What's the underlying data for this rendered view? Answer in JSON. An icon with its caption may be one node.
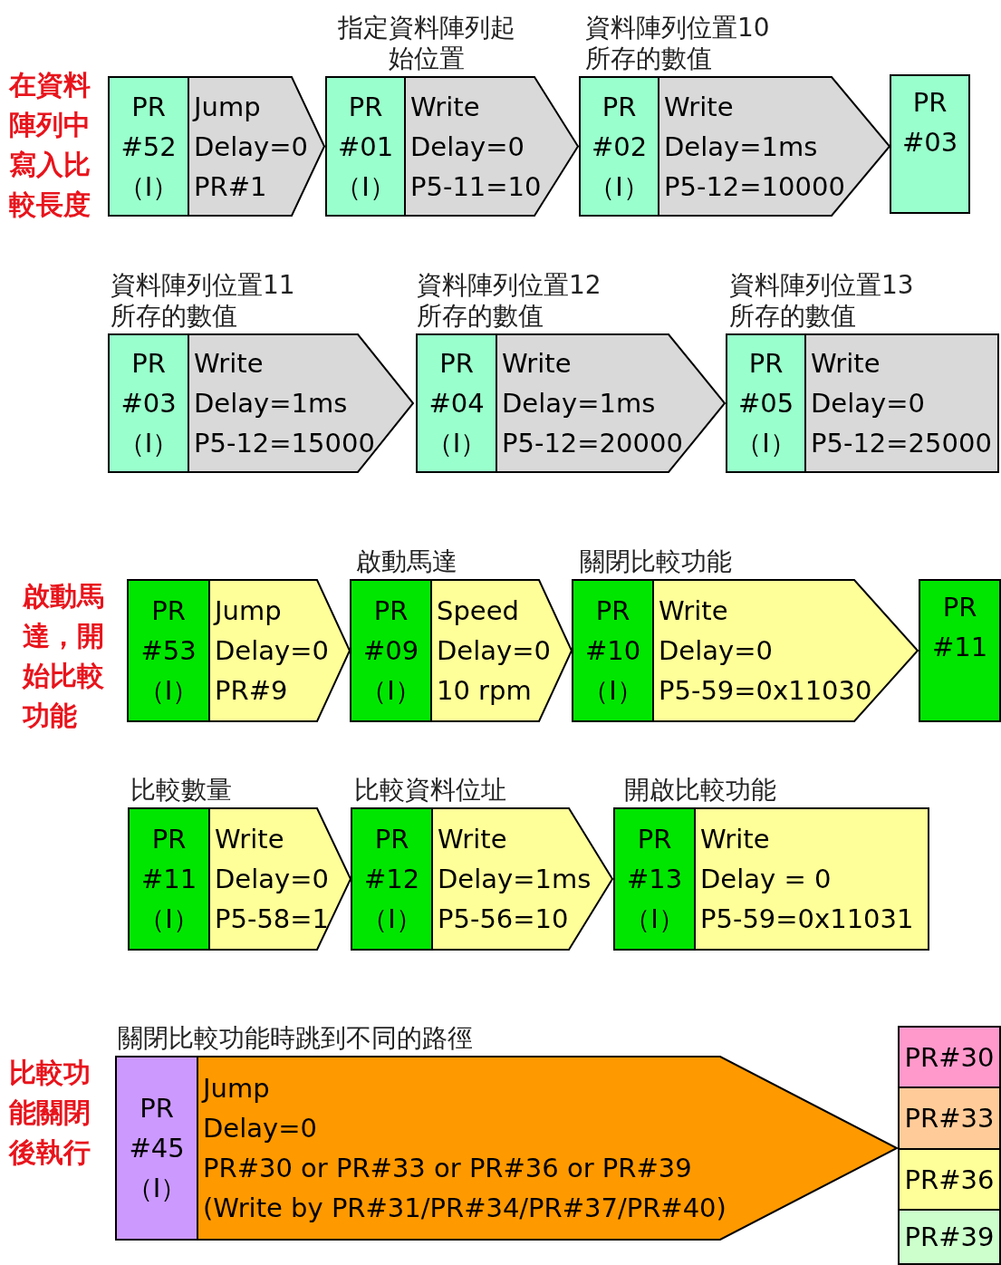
{
  "diagram": {
    "nodes": [
      {
        "text": [
          "PR #52 （I）",
          "Jump",
          "Delay=0",
          "PR#1"
        ]
      },
      {
        "text": [
          "PR #01 （I）",
          "Write",
          "Delay=0",
          "P5-11=10"
        ],
        "beside": [
          "指定資料陣列起始位置"
        ]
      },
      {
        "text": [
          "PR #02 （I）",
          "Write",
          "Delay=1ms",
          "P5-12=10000"
        ],
        "beside": [
          "資料陣列位置10所存的數值"
        ]
      },
      {
        "text": [
          "PR #03"
        ]
      },
      {
        "text": [
          "PR #03 （I）",
          "Write",
          "Delay=1ms",
          "P5-12=15000"
        ],
        "beside": [
          "資料陣列位置11所存的數值"
        ]
      },
      {
        "text": [
          "PR #04 （I）",
          "Write",
          "Delay=1ms",
          "P5-12=20000"
        ],
        "beside": [
          "資料陣列位置12所存的數值"
        ]
      },
      {
        "text": [
          "PR #05 （I）",
          "Write",
          "Delay=0",
          "P5-12=25000"
        ],
        "beside": [
          "資料陣列位置13所存的數值"
        ]
      },
      {
        "text": [
          "PR #53 （I）",
          "Jump",
          "Delay=0",
          "PR#9"
        ]
      },
      {
        "text": [
          "PR #09 （I）",
          "Speed",
          "Delay=0",
          "10 rpm"
        ],
        "beside": [
          "啟動馬達"
        ]
      },
      {
        "text": [
          "PR #10 （I）",
          "Write",
          "Delay=0",
          "P5-59=0x11030"
        ],
        "beside": [
          "關閉比較功能"
        ]
      },
      {
        "text": [
          "PR #11"
        ]
      },
      {
        "text": [
          "PR #11 （I）",
          "Write",
          "Delay=0",
          "P5-58=1"
        ],
        "beside": [
          "比較數量"
        ]
      },
      {
        "text": [
          "PR #12 （I）",
          "Write",
          "Delay=1ms",
          "P5-56=10"
        ],
        "beside": [
          "比較資料位址"
        ]
      },
      {
        "text": [
          "PR #13 （I）",
          "Write",
          "Delay = 0",
          "P5-59=0x11031"
        ],
        "beside": [
          "開啟比較功能"
        ]
      },
      {
        "text": [
          "PR #45 （I）",
          "Jump",
          "Delay=0",
          "PR#30 or PR#33 or PR#36 or PR#39",
          "(Write by PR#31/PR#34/PR#37/PR#40)"
        ],
        "beside": [
          "關閉比較功能時跳到不同的路徑"
        ]
      },
      {
        "text": [
          "PR#30"
        ]
      },
      {
        "text": [
          "PR#33"
        ]
      },
      {
        "text": [
          "PR#36"
        ]
      },
      {
        "text": [
          "PR#39"
        ]
      }
    ],
    "labels": [
      "在資料陣列中寫入比較長度",
      "啟動馬達，開始比較功能",
      "比較功能關閉後執行"
    ]
  }
}
